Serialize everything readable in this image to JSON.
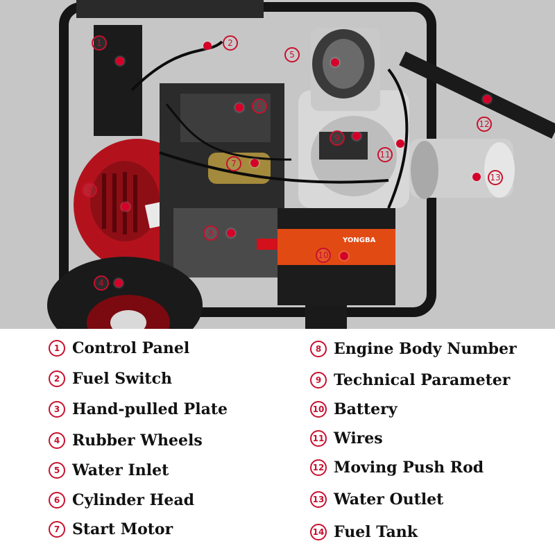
{
  "photo": {
    "battery_brand": "YONGBA",
    "markers": [
      {
        "num": "1"
      },
      {
        "num": "2"
      },
      {
        "num": "3"
      },
      {
        "num": "4"
      },
      {
        "num": "5"
      },
      {
        "num": "6"
      },
      {
        "num": "7"
      },
      {
        "num": "8"
      },
      {
        "num": "9"
      },
      {
        "num": "10"
      },
      {
        "num": "11"
      },
      {
        "num": "12"
      },
      {
        "num": "13"
      }
    ]
  },
  "legend": {
    "left": [
      {
        "num": "1",
        "label": "Control Panel"
      },
      {
        "num": "2",
        "label": "Fuel Switch"
      },
      {
        "num": "3",
        "label": "Hand-pulled Plate"
      },
      {
        "num": "4",
        "label": "Rubber Wheels"
      },
      {
        "num": "5",
        "label": "Water Inlet"
      },
      {
        "num": "6",
        "label": "Cylinder Head"
      },
      {
        "num": "7",
        "label": "Start Motor"
      }
    ],
    "right": [
      {
        "num": "8",
        "label": "Engine Body Number"
      },
      {
        "num": "9",
        "label": "Technical Parameter"
      },
      {
        "num": "10",
        "label": "Battery"
      },
      {
        "num": "11",
        "label": "Wires"
      },
      {
        "num": "12",
        "label": "Moving Push Rod"
      },
      {
        "num": "13",
        "label": "Water Outlet"
      },
      {
        "num": "14",
        "label": "Fuel Tank"
      }
    ]
  },
  "colors": {
    "accent": "#c8102e",
    "background": "#c6c6c6"
  }
}
